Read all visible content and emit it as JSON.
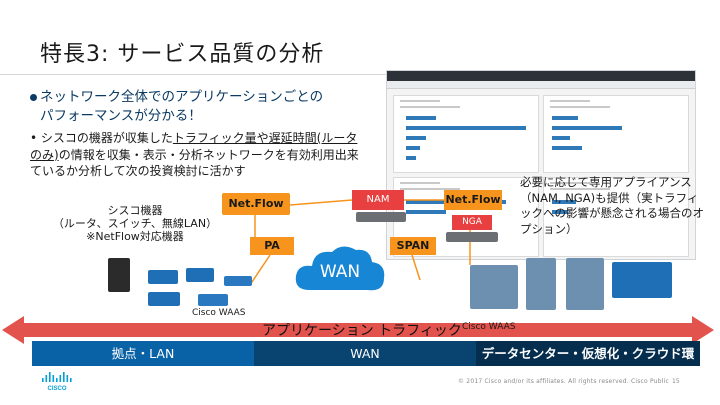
{
  "slide": {
    "title": "特長3: サービス品質の分析",
    "bullet_main_line1": "ネットワーク全体でのアプリケーションごとの",
    "bullet_main_line2": "パフォーマンスが分かる！",
    "bullet_sub_prefix": "• シスコの機器が収集した",
    "bullet_sub_underlined": "トラフィック量や遅延時間(ルータのみ)",
    "bullet_sub_suffix": "の情報を収集・表示・分析ネットワークを有効利用出来ているか分析して次の投資検討に活かす"
  },
  "diagram": {
    "device_label_line1": "シスコ機器",
    "device_label_line2": "（ルータ、スイッチ、無線LAN）",
    "device_label_line3": "※NetFlow対応機器",
    "netflow_left": "Net.Flow",
    "nam": "NAM",
    "netflow_right": "Net.Flow",
    "nga": "NGA",
    "pa": "PA",
    "span": "SPAN",
    "wan_cloud": "WAN",
    "waas_left": "Cisco WAAS",
    "waas_right": "Cisco WAAS",
    "right_note": "必要に応じて専用アプライアンス（NAM, NGA)も提供（実トラフィックへの影響が懸念される場合のオプション）",
    "traffic_label": "アプリケーション トラフィック"
  },
  "bottom_band": {
    "left": "拠点・LAN",
    "middle": "WAN",
    "right": "データセンター・仮想化・クラウド環境"
  },
  "footer": {
    "copyright": "© 2017  Cisco and/or its affiliates. All rights reserved.   Cisco Public",
    "page": "15"
  },
  "colors": {
    "accent_orange": "#f7941d",
    "accent_red": "#e84040",
    "band_blue_1": "#0a62a6",
    "band_blue_2": "#09436f",
    "band_blue_3": "#042d4e",
    "arrow_red": "#e0403a",
    "cloud_blue": "#1786d4"
  }
}
